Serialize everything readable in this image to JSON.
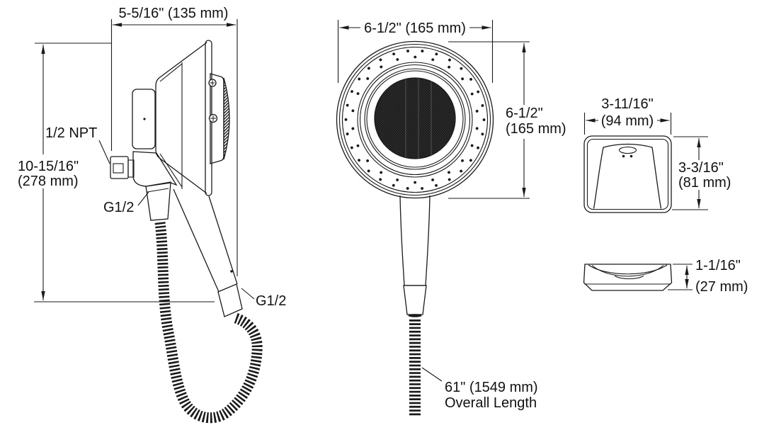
{
  "drawing": {
    "description": "Showerhead with handshower technical dimension drawing, three views",
    "colors": {
      "background": "#ffffff",
      "line": "#1a1a1a",
      "grille": "#1d1d1d"
    },
    "views": {
      "side": {
        "width_dim": "5-5/16\" (135 mm)",
        "height_dim_value": "10-15/16\"",
        "height_dim_metric": "(278 mm)",
        "supply_thread_label": "1/2 NPT",
        "elbow_thread_label": "G1/2",
        "handshower_thread_label": "G1/2"
      },
      "front": {
        "width_dim": "6-1/2\" (165 mm)",
        "height_dim_value": "6-1/2\"",
        "height_dim_metric": "(165 mm)",
        "hose_length_value": "61\" (1549 mm)",
        "hose_length_label": "Overall Length"
      },
      "bracket_front": {
        "width_dim_value": "3-11/16\"",
        "width_dim_metric": "(94 mm)",
        "height_dim_value": "3-3/16\"",
        "height_dim_metric": "(81 mm)"
      },
      "bracket_side": {
        "height_dim_value": "1-1/16\"",
        "height_dim_metric": "(27 mm)"
      }
    }
  }
}
